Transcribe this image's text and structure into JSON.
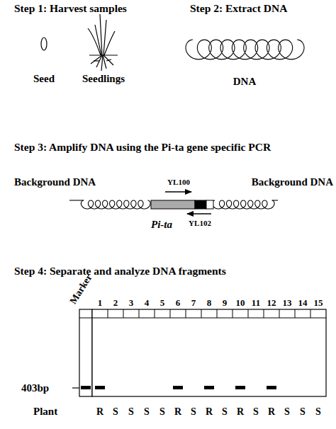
{
  "diagram": {
    "labels": [
      "Step 1: Harvest samples",
      "Step 2: Extract DNA",
      "Seed",
      "Seedlings",
      "DNA",
      "Step 3: Amplify DNA using the Pi-ta gene specific PCR",
      "Background DNA",
      "YL100",
      "Pi-ta",
      "YL102",
      "Background DNA",
      "Step 4: Separate and analyze DNA fragments",
      "Marker",
      "1",
      "2",
      "3",
      "4",
      "5",
      "6",
      "7",
      "8",
      "9",
      "10",
      "11",
      "12",
      "13",
      "14",
      "15",
      "403bp",
      "Plant",
      "R",
      "S",
      "S",
      "S",
      "S",
      "R",
      "S",
      "R",
      "S",
      "R",
      "S",
      "R",
      "S",
      "S",
      "S"
    ]
  }
}
